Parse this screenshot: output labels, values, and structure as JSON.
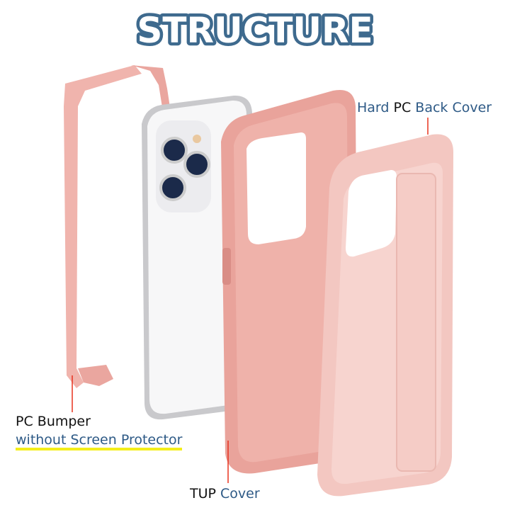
{
  "title": "STRUCTURE",
  "colors": {
    "title_stroke": "#3e6a8e",
    "label_blue": "#2e5a86",
    "pointer_line": "#e8321e",
    "highlight": "#f4ee1a",
    "tpu_pink": "#e9a39b",
    "pc_pink": "#f3c7c1"
  },
  "labels": {
    "back_cover": {
      "part1": "Hard",
      "part2": "PC",
      "part3": "Back Cover"
    },
    "bumper": {
      "line1_part1": "PC",
      "line1_part2": "Bumper",
      "line2": "without Screen Protector"
    },
    "tup": {
      "part1": "TUP",
      "part2": "Cover"
    }
  }
}
